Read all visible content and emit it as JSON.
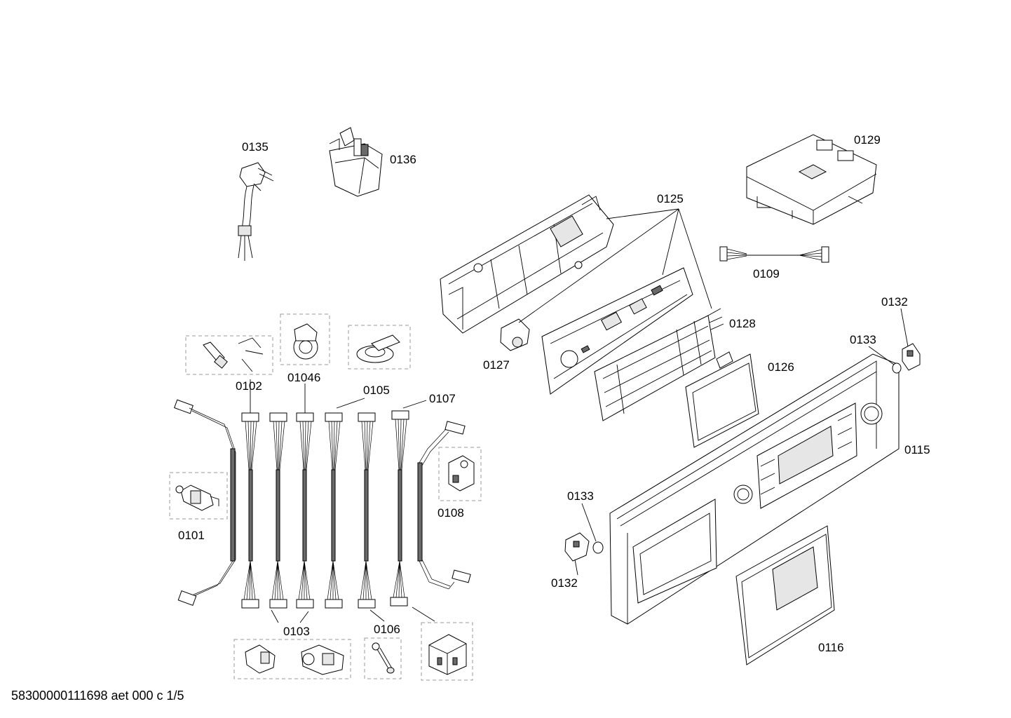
{
  "footer": "58300000111698 aet 000 c 1/5",
  "labels": {
    "p0135": "0135",
    "p0136": "0136",
    "p0129": "0129",
    "p0125": "0125",
    "p0109": "0109",
    "p0128": "0128",
    "p0127": "0127",
    "p0126": "0126",
    "p0132_top": "0132",
    "p0133_top": "0133",
    "p0115": "0115",
    "p0102": "0102",
    "p01046": "01046",
    "p0105": "0105",
    "p0107": "0107",
    "p0108": "0108",
    "p0101": "0101",
    "p0133_bottom": "0133",
    "p0132_bottom": "0132",
    "p0103": "0103",
    "p0106": "0106",
    "p0116": "0116"
  }
}
